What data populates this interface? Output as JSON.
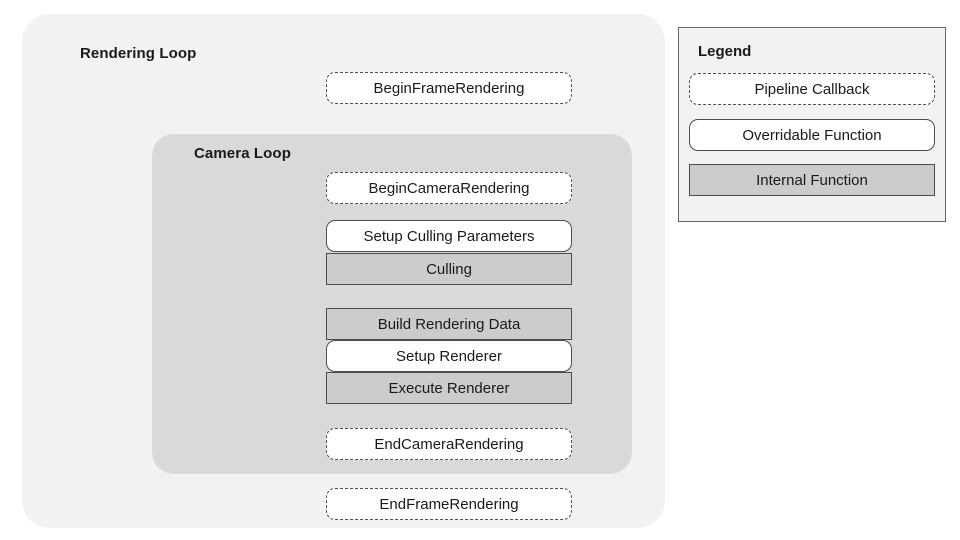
{
  "diagram": {
    "title": "Rendering Loop",
    "outer_group": {
      "label": "Rendering Loop",
      "background": "#f2f2f2",
      "nodes": [
        {
          "label": "BeginFrameRendering",
          "kind": "callback"
        },
        {
          "label": "EndFrameRendering",
          "kind": "callback"
        }
      ]
    },
    "inner_group": {
      "label": "Camera Loop",
      "background": "#d9d9d9",
      "nodes": [
        {
          "label": "BeginCameraRendering",
          "kind": "callback"
        },
        {
          "label": "Setup Culling Parameters",
          "kind": "overridable"
        },
        {
          "label": "Culling",
          "kind": "internal"
        },
        {
          "label": "Build Rendering Data",
          "kind": "internal"
        },
        {
          "label": "Setup Renderer",
          "kind": "overridable"
        },
        {
          "label": "Execute Renderer",
          "kind": "internal"
        },
        {
          "label": "EndCameraRendering",
          "kind": "callback"
        }
      ]
    }
  },
  "legend": {
    "title": "Legend",
    "items": [
      {
        "label": "Pipeline Callback",
        "kind": "callback",
        "fill": "#ffffff",
        "border": "#4d4d4d",
        "border_style": "dashed"
      },
      {
        "label": "Overridable Function",
        "kind": "overridable",
        "fill": "#ffffff",
        "border": "#4d4d4d",
        "border_style": "solid"
      },
      {
        "label": "Internal Function",
        "kind": "internal",
        "fill": "#cccccc",
        "border": "#4d4d4d",
        "border_style": "solid"
      }
    ]
  },
  "colors": {
    "page_background": "#ffffff",
    "outer_group_fill": "#f2f2f2",
    "inner_group_fill": "#d9d9d9",
    "internal_node_fill": "#cccccc",
    "node_border": "#4d4d4d",
    "legend_border": "#666666",
    "text": "#1a1a1a"
  }
}
